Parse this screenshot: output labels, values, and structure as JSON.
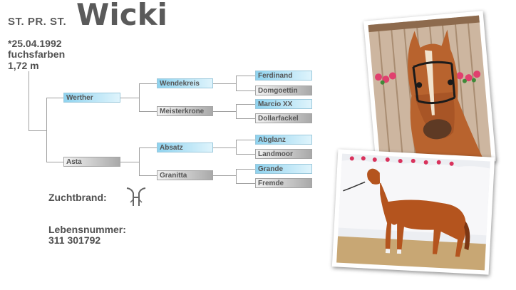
{
  "header": {
    "prefix": "ST. PR. ST.",
    "name": "Wicki"
  },
  "info": {
    "birth": "*25.04.1992",
    "color": "fuchsfarben",
    "height": "1,72 m"
  },
  "pedigree": {
    "sire": "Werther",
    "dam": "Asta",
    "sire_sire": "Wendekreis",
    "sire_dam": "Meisterkrone",
    "dam_sire": "Absatz",
    "dam_dam": "Granitta",
    "g3": [
      "Ferdinand",
      "Domgoettin",
      "Marcio XX",
      "Dollarfackel",
      "Abglanz",
      "Landmoor",
      "Grande",
      "Fremde"
    ]
  },
  "brand": {
    "label": "Zuchtbrand:",
    "icon": "brand-symbol-icon"
  },
  "lebensnummer": {
    "label": "Lebensnummer:",
    "value": "311 301792"
  },
  "colors": {
    "sire_line": "#8fd3ef",
    "dam_line": "#c8c8c8",
    "text": "#555555"
  }
}
